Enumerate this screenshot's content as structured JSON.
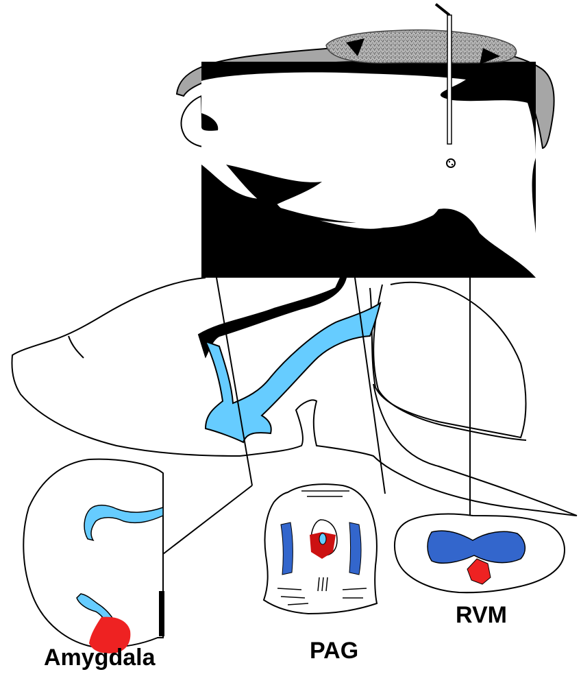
{
  "labels": {
    "amygdala": "Amygdala",
    "pag": "PAG",
    "rvm": "RVM"
  },
  "colors": {
    "outline": "#000000",
    "cerebellum_gray": "#b8b8b8",
    "cortex_gray": "#a6a6a6",
    "light_blue": "#66ccff",
    "dark_blue": "#3366cc",
    "red": "#ee2222",
    "background": "#ffffff"
  },
  "icons": {
    "microinjection_cannula": "cannula-icon",
    "injection_site": "injection-site-icon",
    "arrowheads": "arrowhead-icon"
  }
}
